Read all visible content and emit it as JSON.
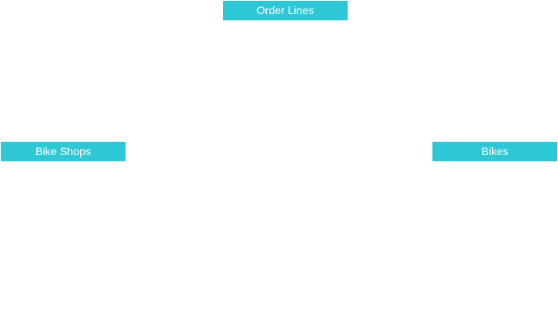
{
  "colors": {
    "node_fill": "#2ec7d6",
    "node_text": "#ffffff",
    "background": "#ffffff"
  },
  "nodes": [
    {
      "id": "order_lines",
      "label": "Order Lines"
    },
    {
      "id": "bike_shops",
      "label": "Bike Shops"
    },
    {
      "id": "bikes",
      "label": "Bikes"
    }
  ]
}
